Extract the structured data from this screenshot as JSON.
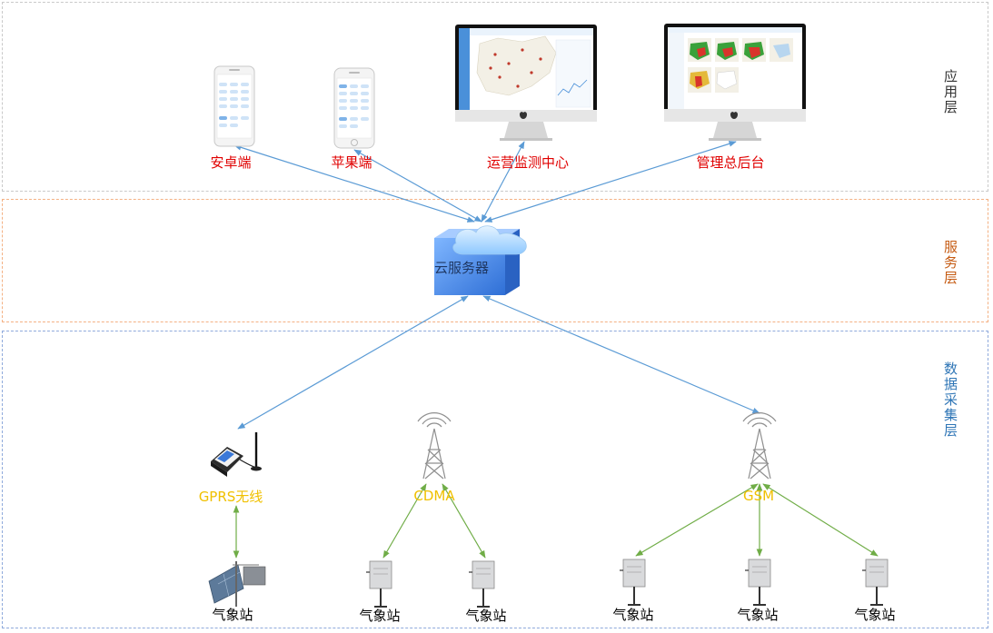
{
  "layers": {
    "application": "应用层",
    "service": "服务层",
    "data_collection": "数据采集层"
  },
  "clients": {
    "android": "安卓端",
    "ios": "苹果端",
    "ops_center": "运营监测中心",
    "admin": "管理总后台"
  },
  "server": "云服务器",
  "networks": {
    "gprs": "GPRS无线",
    "cdma": "CDMA",
    "gsm": "GSM"
  },
  "stations": {
    "s1": "气象站",
    "s2": "气象站",
    "s3": "气象站",
    "s4": "气象站",
    "s5": "气象站",
    "s6": "气象站"
  },
  "colors": {
    "blue_arrow": "#5b9bd5",
    "green_arrow": "#70ad47",
    "client_label": "#e00000",
    "network_label": "#f0c000"
  }
}
